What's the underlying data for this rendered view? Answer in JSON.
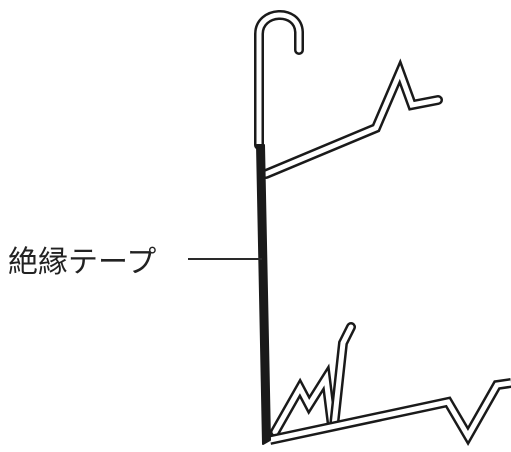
{
  "figure": {
    "callout_label": "絶縁テープ",
    "colors": {
      "background": "#ffffff",
      "wire_outline": "#1a1a1a",
      "wire_fill": "#ffffff",
      "tape": "#1a1a1a",
      "leader_line": "#2a2a2a"
    },
    "parts": [
      "hook",
      "wire-frame",
      "insulation-tape",
      "leader-line"
    ]
  }
}
